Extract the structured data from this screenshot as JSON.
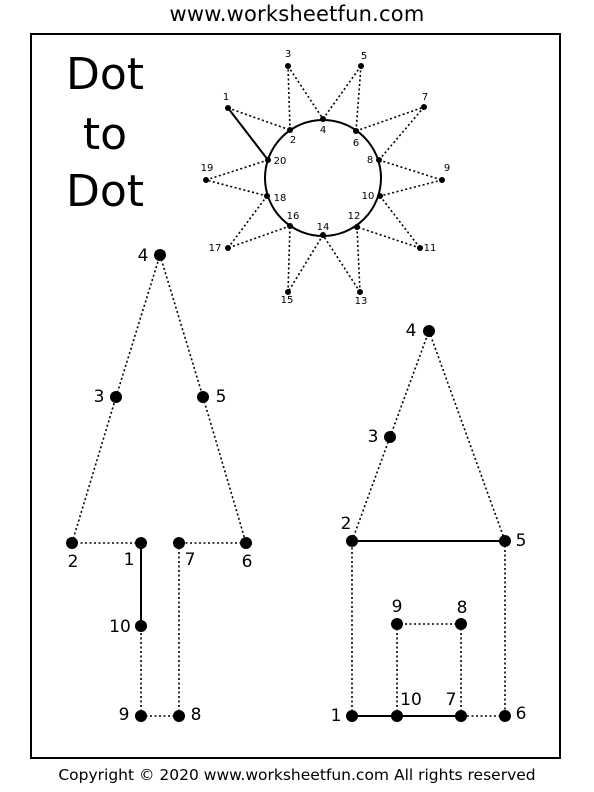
{
  "header": {
    "site": "www.worksheetfun.com"
  },
  "title": {
    "line1": "Dot",
    "line2": "to",
    "line3": "Dot"
  },
  "footer": {
    "copyright": "Copyright © 2020 www.worksheetfun.com All rights reserved"
  },
  "sun": {
    "labels": [
      "1",
      "2",
      "3",
      "4",
      "5",
      "6",
      "7",
      "8",
      "9",
      "10",
      "11",
      "12",
      "13",
      "14",
      "15",
      "16",
      "17",
      "18",
      "19",
      "20"
    ]
  },
  "tree": {
    "labels": [
      "1",
      "2",
      "3",
      "4",
      "5",
      "6",
      "7",
      "8",
      "9",
      "10"
    ]
  },
  "house": {
    "labels": [
      "1",
      "2",
      "3",
      "4",
      "5",
      "6",
      "7",
      "8",
      "9",
      "10"
    ]
  }
}
